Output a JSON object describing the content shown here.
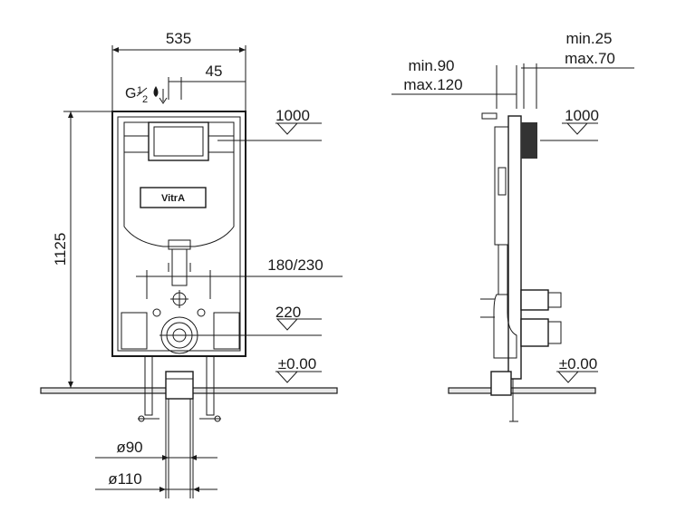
{
  "front_view": {
    "width": "535",
    "offset": "45",
    "inlet": "G",
    "inlet_num": "1",
    "inlet_den": "2",
    "height": "1125",
    "top_level": "1000",
    "outlet_range": "180/230",
    "drain_height": "220",
    "floor_level": "±0.00",
    "pipe_inner": "ø90",
    "pipe_outer": "ø110",
    "brand": "VitrA"
  },
  "side_view": {
    "wall_min": "min.90",
    "wall_max": "max.120",
    "depth_min": "min.25",
    "depth_max": "max.70",
    "top_level": "1000",
    "floor_level": "±0.00"
  }
}
